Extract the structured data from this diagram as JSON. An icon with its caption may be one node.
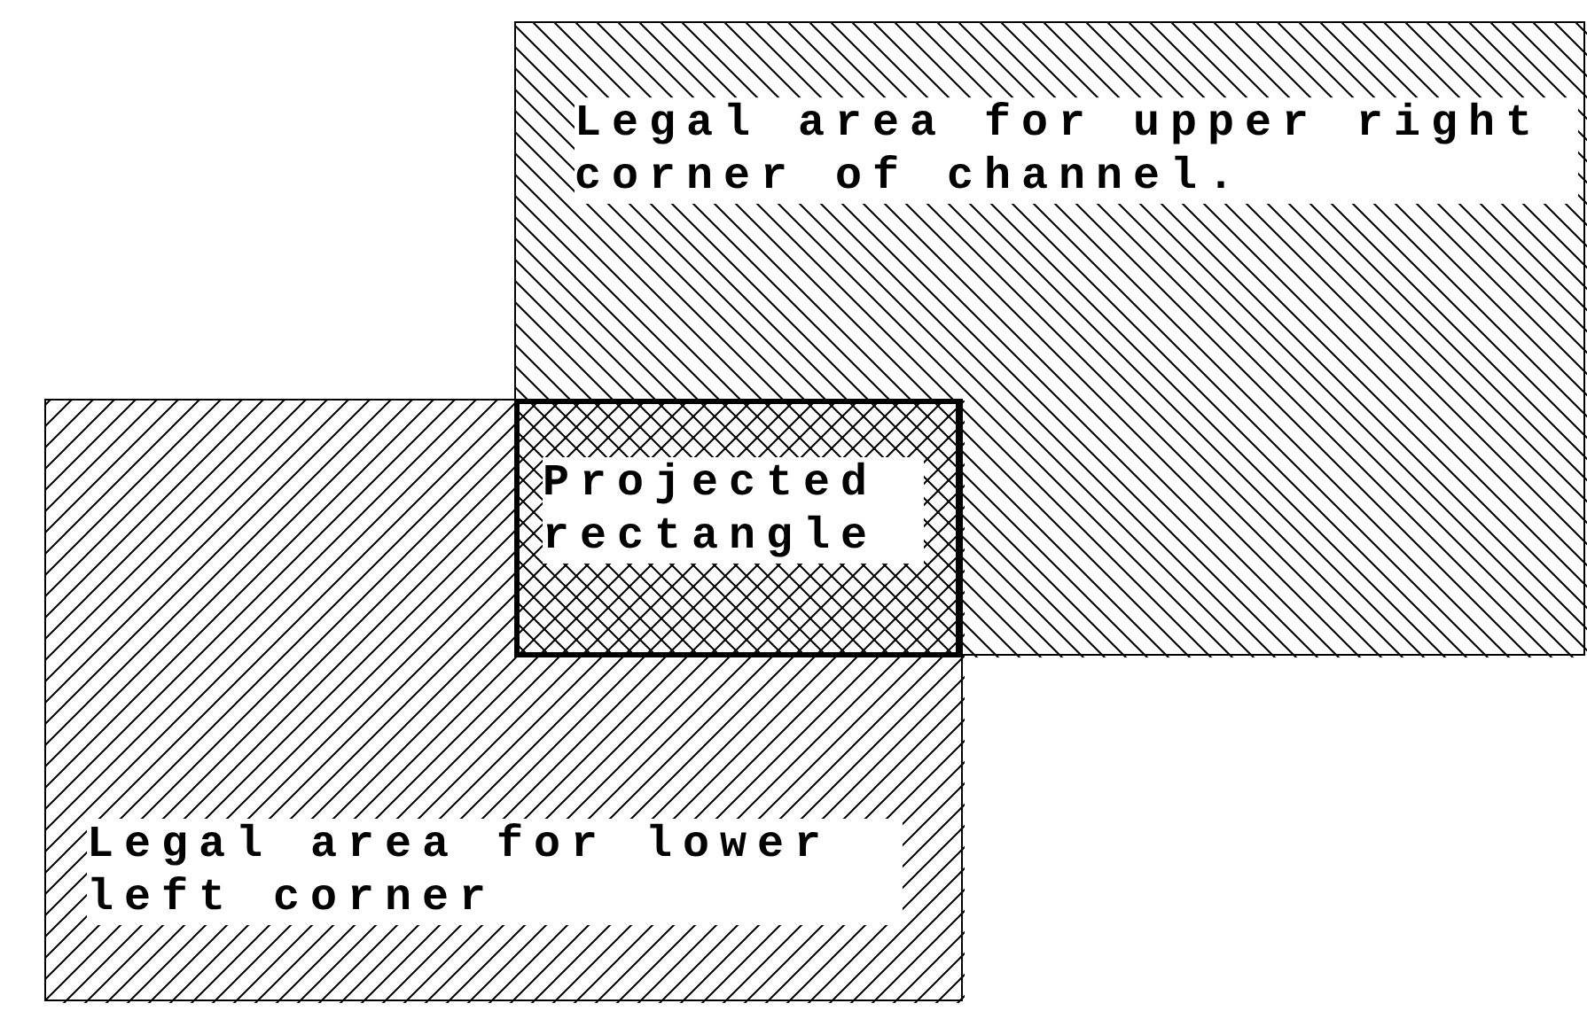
{
  "diagram": {
    "nodes": [
      {
        "text": [
          "Legal area for upper right corner of channel."
        ]
      },
      {
        "text": [
          "Projected rectangle"
        ]
      },
      {
        "text": [
          "Legal area for lower left corner"
        ]
      }
    ]
  }
}
